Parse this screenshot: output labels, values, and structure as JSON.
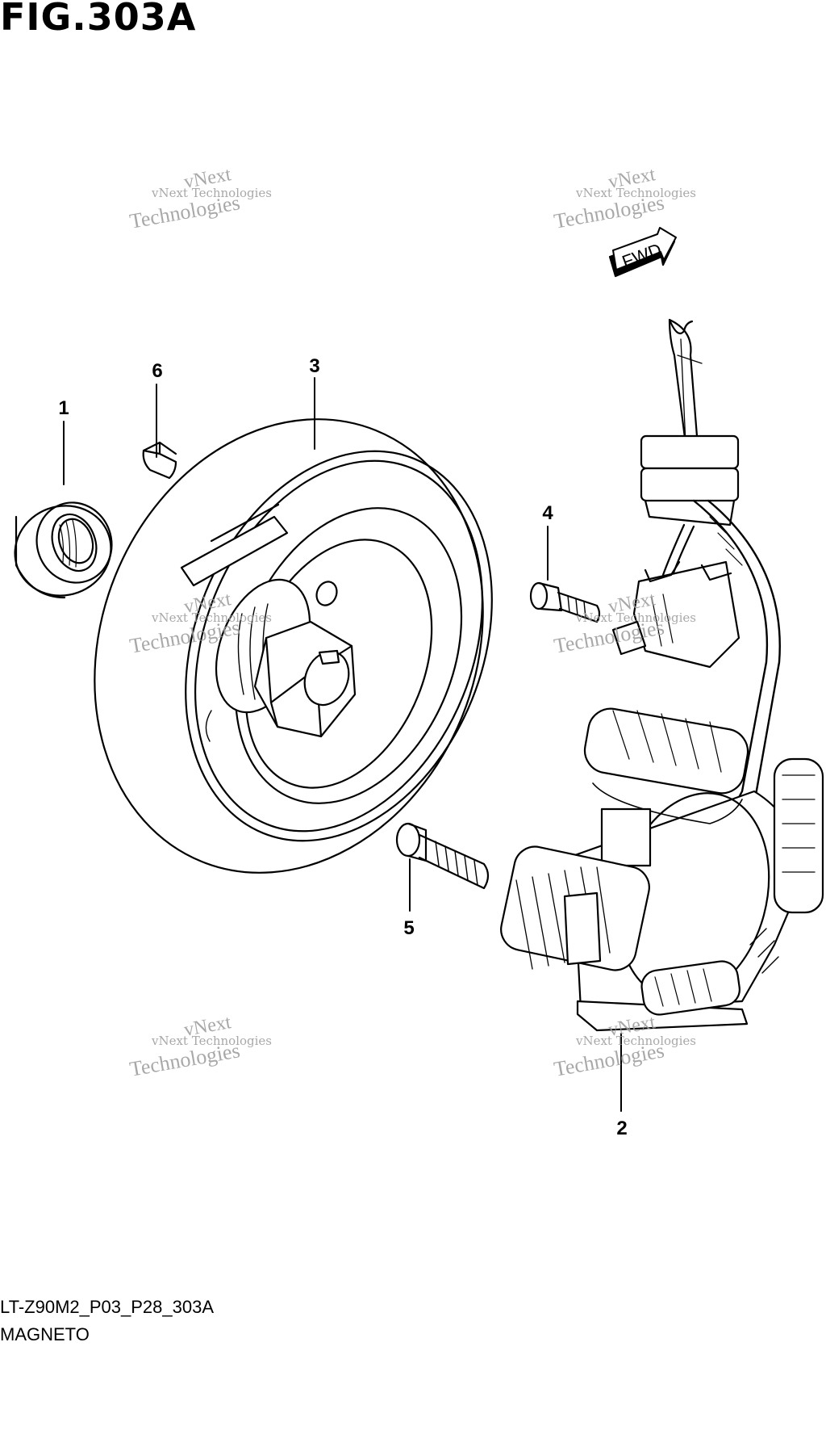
{
  "figure": {
    "title": "FIG.303A",
    "code": "LT-Z90M2_P03_P28_303A",
    "name": "MAGNETO"
  },
  "direction_arrow": {
    "label": "FWD"
  },
  "callouts": [
    {
      "number": "1"
    },
    {
      "number": "2"
    },
    {
      "number": "3"
    },
    {
      "number": "4"
    },
    {
      "number": "5"
    },
    {
      "number": "6"
    }
  ],
  "watermark": {
    "line1": "vNext",
    "line2": "vNext Technologies",
    "line3": "Technologies"
  }
}
